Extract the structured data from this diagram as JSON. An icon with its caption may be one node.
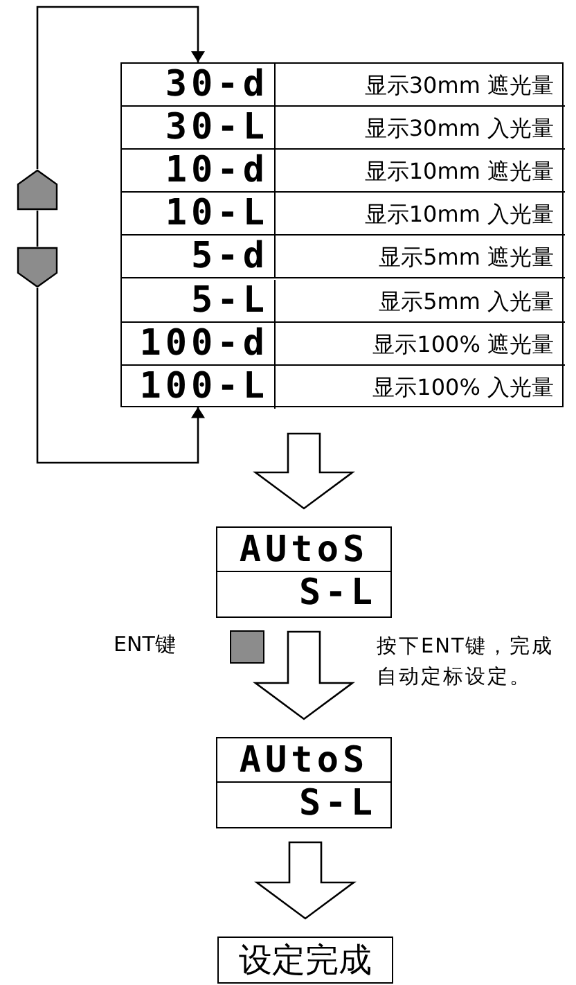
{
  "diagram": {
    "nodes": [
      {
        "text": [],
        "shape": "box"
      },
      {
        "text": [
          "30-d",
          "显示30mm 遮光量"
        ],
        "in": 0
      },
      {
        "text": [
          "30-L",
          "显示30mm 入光量"
        ],
        "in": 0
      },
      {
        "text": [
          "10-d",
          "显示10mm 遮光量"
        ],
        "in": 0
      },
      {
        "text": [
          "10-L",
          "显示10mm 入光量"
        ],
        "in": 0
      },
      {
        "text": [
          "5-d",
          "显示5mm 遮光量"
        ],
        "in": 0
      },
      {
        "text": [
          "5-L",
          "显示5mm 入光量"
        ],
        "in": 0
      },
      {
        "text": [
          "100-d",
          "显示100% 遮光量"
        ],
        "in": 0
      },
      {
        "text": [
          "100-L",
          "显示100% 入光量"
        ],
        "in": 0
      },
      {
        "text": [],
        "shape": "pentagon"
      },
      {
        "text": [],
        "shape": "pentagon"
      },
      {
        "text": [
          "AUtoS",
          "S-L"
        ]
      },
      {
        "text": [],
        "shape": "box",
        "beside": [
          "ENT键"
        ]
      },
      {
        "text": [
          "AUtoS",
          "S-L"
        ]
      },
      {
        "text": [
          "设定完成"
        ]
      }
    ],
    "edges": [
      {
        "from": 9,
        "to": 1,
        "arrow": "to"
      },
      {
        "from": 10,
        "to": 8,
        "arrow": "to"
      },
      {
        "from": 9,
        "to": 10,
        "arrow": "none"
      },
      {
        "from": 0,
        "to": 11,
        "arrow": "to",
        "style": "thick"
      },
      {
        "from": 11,
        "to": 13,
        "arrow": "to",
        "style": "thick"
      },
      {
        "from": 13,
        "to": 14,
        "arrow": "to",
        "style": "thick"
      }
    ],
    "labels": [
      "按下ENT键，完成自动定标设定。"
    ]
  }
}
